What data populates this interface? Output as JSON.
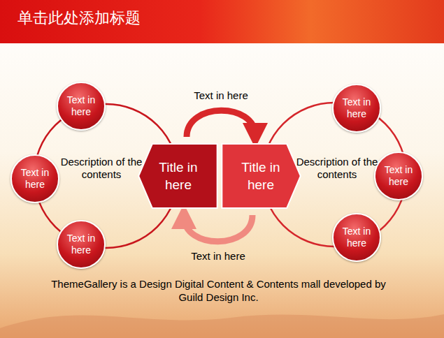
{
  "diagram": {
    "title": "单击此处添加标题",
    "caption": "ThemeGallery is a Design Digital Content & Contents mall developed by Guild Design Inc.",
    "nodes": [
      {
        "text": [
          "Text in here"
        ]
      },
      {
        "text": [
          "Text in here"
        ]
      },
      {
        "text": [
          "Text in here"
        ]
      },
      {
        "text": [
          "Title in here"
        ]
      },
      {
        "text": [
          "Title in here"
        ]
      },
      {
        "text": [
          "Text in here"
        ]
      },
      {
        "text": [
          "Text in here"
        ]
      },
      {
        "text": [
          "Text in here"
        ]
      }
    ],
    "edges": [
      {
        "from": 3,
        "to": 4,
        "arrow": "to",
        "label": "Text in here"
      },
      {
        "from": 4,
        "to": 3,
        "arrow": "to",
        "label": "Text in here"
      }
    ],
    "labels": [
      "Description of the contents",
      "Description of the contents"
    ]
  }
}
